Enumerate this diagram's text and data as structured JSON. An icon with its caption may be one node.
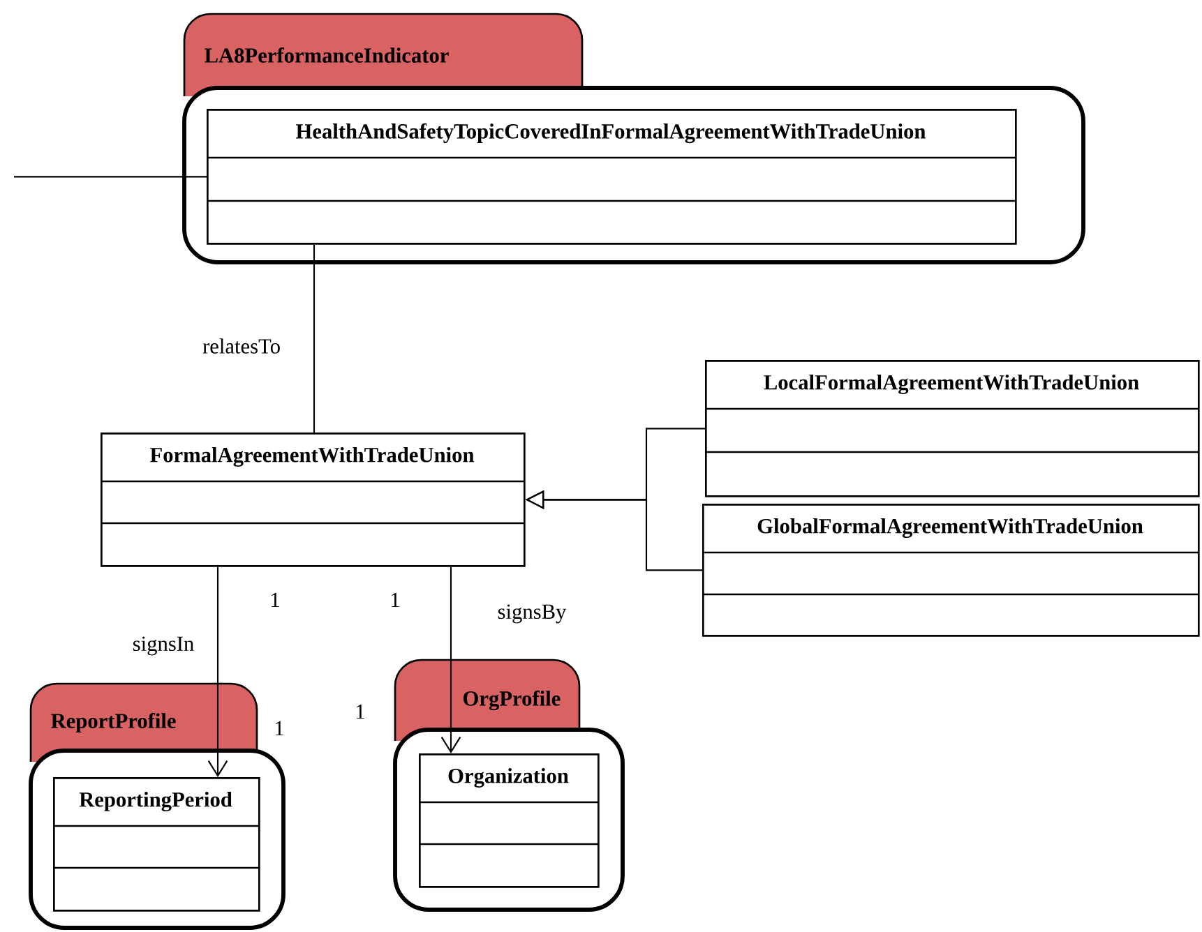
{
  "diagram": {
    "nodes": [
      {
        "text": [
          "LA8PerformanceIndicator"
        ]
      },
      {
        "text": [
          "HealthAndSafetyTopicCoveredInFormalAgreementWithTradeUnion"
        ],
        "in": 0
      },
      {
        "text": [
          "FormalAgreementWithTradeUnion"
        ]
      },
      {
        "text": [
          "LocalFormalAgreementWithTradeUnion"
        ]
      },
      {
        "text": [
          "GlobalFormalAgreementWithTradeUnion"
        ]
      },
      {
        "text": [
          "ReportProfile"
        ]
      },
      {
        "text": [
          "ReportingPeriod"
        ],
        "in": 5
      },
      {
        "text": [
          "OrgProfile"
        ]
      },
      {
        "text": [
          "Organization"
        ],
        "in": 7
      }
    ],
    "edges": [
      {
        "from": null,
        "to": 1,
        "arrow": "none"
      },
      {
        "from": 1,
        "to": 2,
        "arrow": "none",
        "label": "relatesTo"
      },
      {
        "from": 3,
        "to": 2,
        "arrow": "to"
      },
      {
        "from": 4,
        "to": 2,
        "arrow": "to"
      },
      {
        "from": 2,
        "to": 6,
        "arrow": "to",
        "label": "signsIn"
      },
      {
        "from": 2,
        "to": 8,
        "arrow": "to",
        "label": "signsBy"
      }
    ],
    "labels": [
      "1",
      "1",
      "1",
      "1"
    ]
  }
}
